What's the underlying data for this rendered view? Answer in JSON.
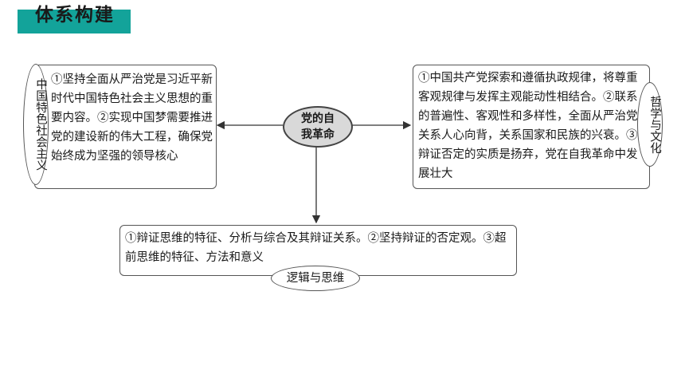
{
  "header": {
    "title": "体系构建"
  },
  "center": {
    "label": "党的自我革命"
  },
  "left": {
    "label": "中国特色社会主义",
    "text": "①坚持全面从严治党是习近平新时代中国特色社会主义思想的重要内容。②实现中国梦需要推进党的建设新的伟大工程，确保党始终成为坚强的领导核心"
  },
  "right": {
    "label": "哲学与文化",
    "text": "①中国共产党探索和遵循执政规律，将尊重客观规律与发挥主观能动性相结合。②联系的普遍性、客观性和多样性，全面从严治党关系人心向背，关系国家和民族的兴衰。③辩证否定的实质是扬弃，党在自我革命中发展壮大"
  },
  "bottom": {
    "label": "逻辑与思维",
    "text": "①辩证思维的特征、分析与综合及其辩证关系。②坚持辩证的否定观。③超前思维的特征、方法和意义"
  }
}
